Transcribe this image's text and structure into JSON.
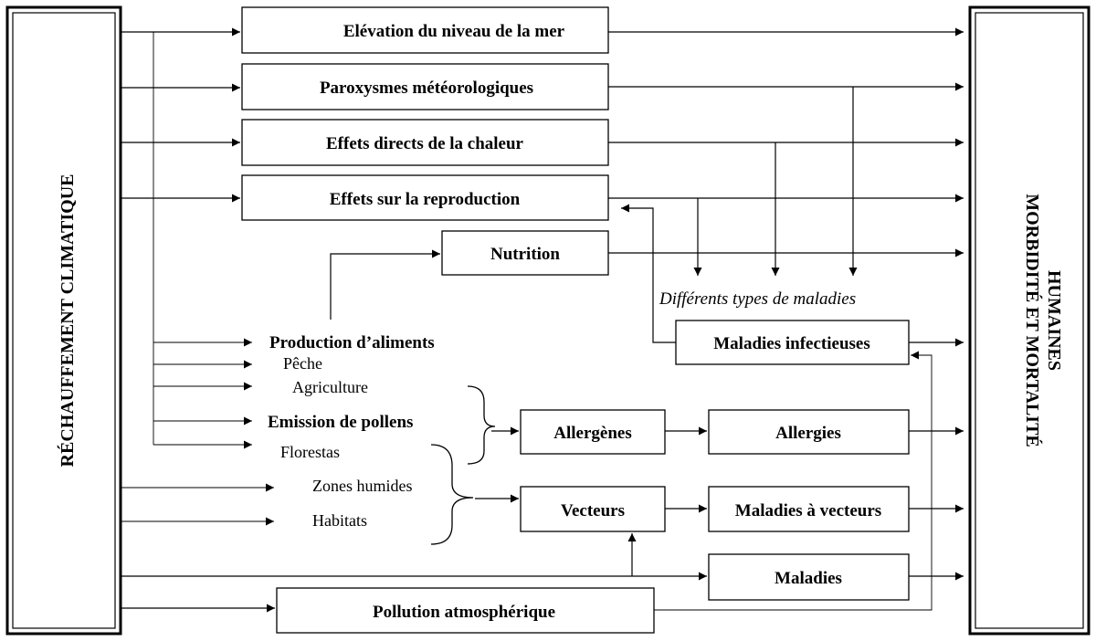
{
  "left_panel": {
    "label": "RÉCHAUFFEMENT CLIMATIQUE"
  },
  "right_panel": {
    "line1": "MORBIDITÉ ET MORTALITÉ",
    "line2": "HUMAINES"
  },
  "boxes": {
    "sea_level": "Elévation du niveau de la mer",
    "weather": "Paroxysmes météorologiques",
    "heat": "Effets directs de la chaleur",
    "reproduction": "Effets sur la reproduction",
    "nutrition": "Nutrition",
    "infectious": "Maladies infectieuses",
    "allergens": "Allergènes",
    "allergies": "Allergies",
    "vectors": "Vecteurs",
    "vector_diseases": "Maladies à vecteurs",
    "diseases": "Maladies",
    "pollution": "Pollution atmosphérique"
  },
  "labels": {
    "food_production": "Production d’aliments",
    "fishing": "Pêche",
    "agriculture": "Agriculture",
    "pollen_emission": "Emission de pollens",
    "florestas": "Florestas",
    "wetlands": "Zones humides",
    "habitats": "Habitats",
    "disease_types": "Différents types de maladies"
  }
}
